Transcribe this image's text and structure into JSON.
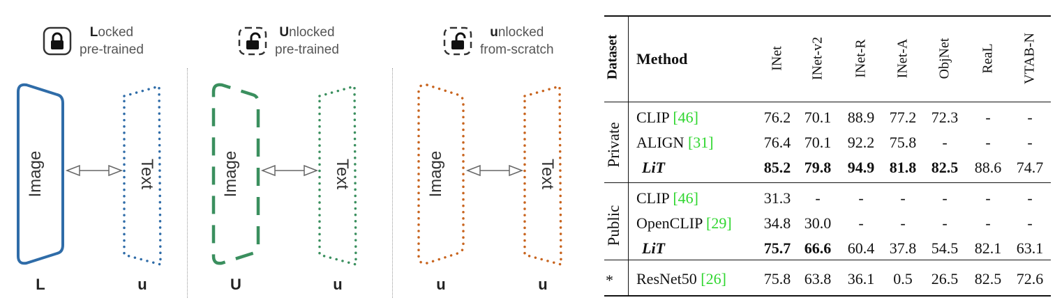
{
  "figure": {
    "panels": [
      {
        "icon": "lock-closed-icon",
        "title_first": "L",
        "title_rest": "ocked",
        "subtitle": "pre-trained",
        "image_tower_label": "Image",
        "text_tower_label": "Text",
        "image_style": "solid",
        "image_color": "#2f6ca8",
        "text_color": "#2f6ca8",
        "bottom_left": "L",
        "bottom_right": "u"
      },
      {
        "icon": "lock-open-icon",
        "title_first": "U",
        "title_rest": "nlocked",
        "subtitle": "pre-trained",
        "image_tower_label": "Image",
        "text_tower_label": "Text",
        "image_style": "dashed",
        "image_color": "#3a8f5e",
        "text_color": "#3a8f5e",
        "bottom_left": "U",
        "bottom_right": "u"
      },
      {
        "icon": "lock-open-icon",
        "title_first": "u",
        "title_rest": "nlocked",
        "subtitle": "from-scratch",
        "image_tower_label": "Image",
        "text_tower_label": "Text",
        "image_style": "dotted",
        "image_color": "#c8641e",
        "text_color": "#c8641e",
        "bottom_left": "u",
        "bottom_right": "u"
      }
    ]
  },
  "table": {
    "dataset_header": "Dataset",
    "method_header": "Method",
    "columns": [
      "INet",
      "INet-v2",
      "INet-R",
      "INet-A",
      "ObjNet",
      "ReaL",
      "VTAB-N"
    ],
    "groups": [
      {
        "label": "Private",
        "rows": [
          {
            "method": "CLIP ",
            "cite": "[46]",
            "italic": false,
            "values": [
              "76.2",
              "70.1",
              "88.9",
              "77.2",
              "72.3",
              "-",
              "-"
            ],
            "bold": [
              false,
              false,
              false,
              false,
              false,
              false,
              false
            ]
          },
          {
            "method": "ALIGN ",
            "cite": "[31]",
            "italic": false,
            "values": [
              "76.4",
              "70.1",
              "92.2",
              "75.8",
              "-",
              "-",
              "-"
            ],
            "bold": [
              false,
              false,
              false,
              false,
              false,
              false,
              false
            ]
          },
          {
            "method": "LiT",
            "cite": "",
            "italic": true,
            "values": [
              "85.2",
              "79.8",
              "94.9",
              "81.8",
              "82.5",
              "88.6",
              "74.7"
            ],
            "bold": [
              true,
              true,
              true,
              true,
              true,
              false,
              false
            ]
          }
        ]
      },
      {
        "label": "Public",
        "rows": [
          {
            "method": "CLIP ",
            "cite": "[46]",
            "italic": false,
            "values": [
              "31.3",
              "-",
              "-",
              "-",
              "-",
              "-",
              "-"
            ],
            "bold": [
              false,
              false,
              false,
              false,
              false,
              false,
              false
            ]
          },
          {
            "method": "OpenCLIP ",
            "cite": "[29]",
            "italic": false,
            "values": [
              "34.8",
              "30.0",
              "-",
              "-",
              "-",
              "-",
              "-"
            ],
            "bold": [
              false,
              false,
              false,
              false,
              false,
              false,
              false
            ]
          },
          {
            "method": "LiT",
            "cite": "",
            "italic": true,
            "values": [
              "75.7",
              "66.6",
              "60.4",
              "37.8",
              "54.5",
              "82.1",
              "63.1"
            ],
            "bold": [
              true,
              true,
              false,
              false,
              false,
              false,
              false
            ]
          }
        ]
      }
    ],
    "footer_row": {
      "star": "*",
      "method": "ResNet50 ",
      "cite": "[26]",
      "values": [
        "75.8",
        "63.8",
        "36.1",
        "0.5",
        "26.5",
        "82.5",
        "72.6"
      ]
    }
  }
}
